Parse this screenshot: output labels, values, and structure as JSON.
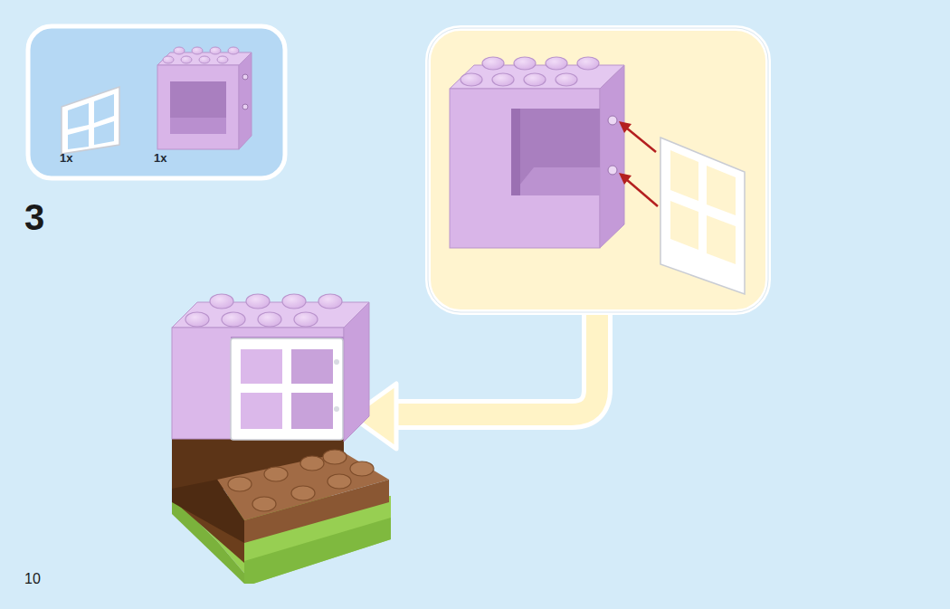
{
  "diagram": {
    "nodes": [
      {
        "text": [
          "1x",
          "1x"
        ]
      }
    ],
    "labels": [
      "3",
      "10"
    ]
  }
}
